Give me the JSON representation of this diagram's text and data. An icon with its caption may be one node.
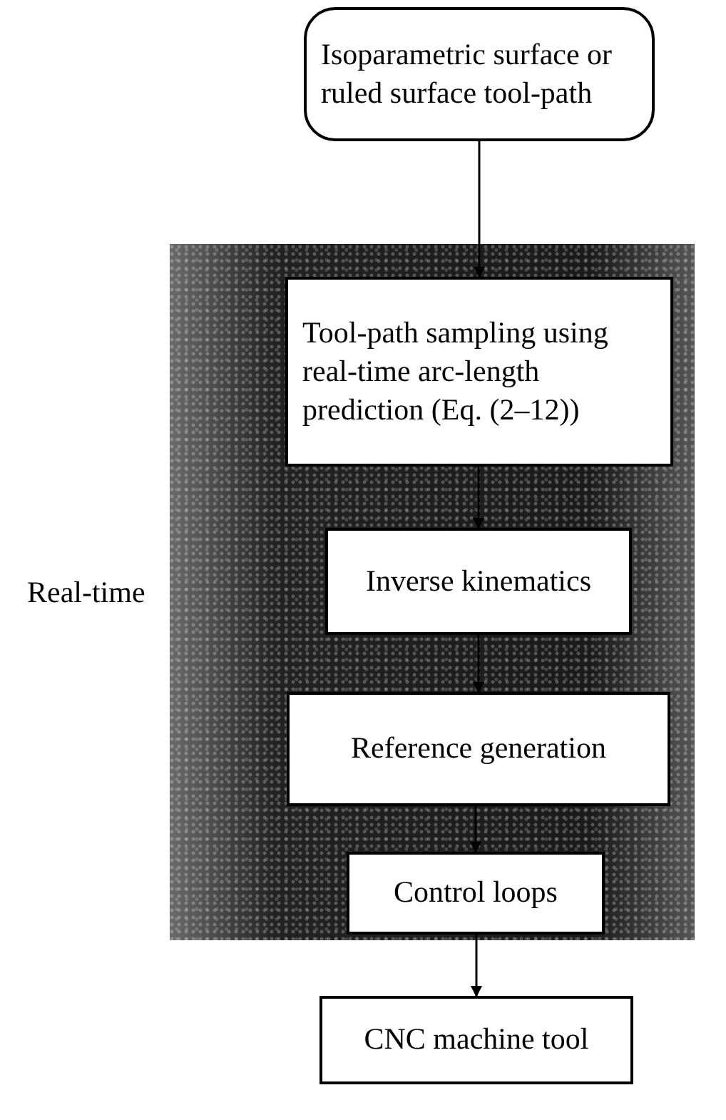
{
  "diagram": {
    "nodes": [
      {
        "text": [
          "Isoparametric surface or ruled surface tool-path"
        ]
      },
      {
        "text": [
          "Real-time"
        ]
      },
      {
        "text": [
          "Tool-path sampling using real-time arc-length prediction (Eq. (2–12))"
        ],
        "in": 1
      },
      {
        "text": [
          "Inverse kinematics"
        ],
        "in": 1
      },
      {
        "text": [
          "Reference generation"
        ],
        "in": 1
      },
      {
        "text": [
          "Control loops"
        ],
        "in": 1
      },
      {
        "text": [
          "CNC machine tool"
        ]
      }
    ],
    "edges": [
      {
        "from": 0,
        "to": 2,
        "arrow": "to"
      },
      {
        "from": 2,
        "to": 3,
        "arrow": "to"
      },
      {
        "from": 3,
        "to": 4,
        "arrow": "to"
      },
      {
        "from": 4,
        "to": 5,
        "arrow": "to"
      },
      {
        "from": 5,
        "to": 6,
        "arrow": "to"
      }
    ]
  }
}
